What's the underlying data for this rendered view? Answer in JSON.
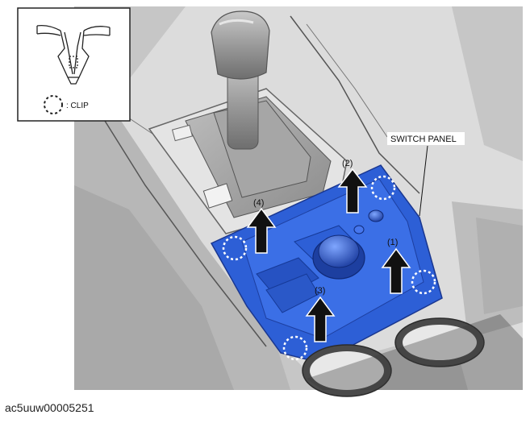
{
  "inset": {
    "legend_label": ": CLIP"
  },
  "callouts": {
    "switch_panel": "SWITCH PANEL",
    "step_1": "(1)",
    "step_2": "(2)",
    "step_3": "(3)",
    "step_4": "(4)"
  },
  "caption": "ac5uuw00005251",
  "colors": {
    "panel_blue": "#2d5fd6",
    "panel_blue_dark": "#1d3fa0",
    "trim_gray": "#d4d4d4",
    "arrow": "#111111",
    "clip_outline": "#ffffff"
  }
}
